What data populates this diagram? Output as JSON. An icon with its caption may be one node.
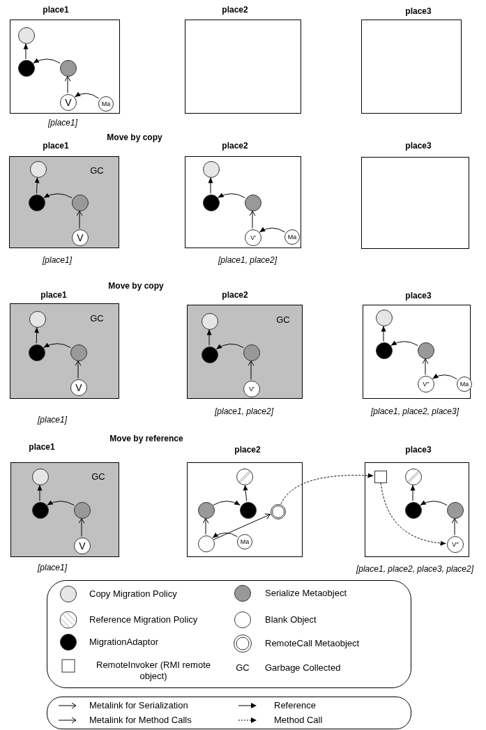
{
  "diagram": {
    "nodes": [
      {
        "text": [
          "place1"
        ],
        "beside": [
          "[place1]"
        ]
      },
      {
        "text": [],
        "shape": "circle",
        "in": 0
      },
      {
        "text": [],
        "shape": "circle",
        "in": 0
      },
      {
        "text": [],
        "shape": "circle",
        "in": 0
      },
      {
        "text": [
          "V"
        ],
        "in": 0
      },
      {
        "text": [
          "Ma"
        ],
        "in": 0
      },
      {
        "text": [
          "place2"
        ]
      },
      {
        "text": [
          "place3"
        ]
      },
      {
        "text": [
          "place1",
          "GC"
        ],
        "beside": [
          "[place1]"
        ]
      },
      {
        "text": [],
        "shape": "circle",
        "in": 8
      },
      {
        "text": [],
        "shape": "circle",
        "in": 8
      },
      {
        "text": [],
        "shape": "circle",
        "in": 8
      },
      {
        "text": [
          "V"
        ],
        "in": 8
      },
      {
        "text": [
          "place2"
        ],
        "beside": [
          "[place1, place2]"
        ]
      },
      {
        "text": [],
        "shape": "circle",
        "in": 13
      },
      {
        "text": [],
        "shape": "circle",
        "in": 13
      },
      {
        "text": [],
        "shape": "circle",
        "in": 13
      },
      {
        "text": [
          "V'"
        ],
        "in": 13
      },
      {
        "text": [
          "Ma"
        ],
        "in": 13
      },
      {
        "text": [
          "place3"
        ]
      },
      {
        "text": [
          "place1",
          "GC"
        ],
        "beside": [
          "[place1]"
        ]
      },
      {
        "text": [],
        "shape": "circle",
        "in": 20
      },
      {
        "text": [],
        "shape": "circle",
        "in": 20
      },
      {
        "text": [],
        "shape": "circle",
        "in": 20
      },
      {
        "text": [
          "V"
        ],
        "in": 20
      },
      {
        "text": [
          "place2",
          "GC"
        ],
        "beside": [
          "[place1, place2]"
        ]
      },
      {
        "text": [],
        "shape": "circle",
        "in": 25
      },
      {
        "text": [],
        "shape": "circle",
        "in": 25
      },
      {
        "text": [],
        "shape": "circle",
        "in": 25
      },
      {
        "text": [
          "V'"
        ],
        "in": 25
      },
      {
        "text": [
          "place3"
        ],
        "beside": [
          "[place1, place2, place3]"
        ]
      },
      {
        "text": [],
        "shape": "circle",
        "in": 30
      },
      {
        "text": [],
        "shape": "circle",
        "in": 30
      },
      {
        "text": [],
        "shape": "circle",
        "in": 30
      },
      {
        "text": [
          "V''"
        ],
        "in": 30
      },
      {
        "text": [
          "Ma"
        ],
        "in": 30
      },
      {
        "text": [
          "place1",
          "GC"
        ],
        "beside": [
          "[place1]"
        ]
      },
      {
        "text": [],
        "shape": "circle",
        "in": 36
      },
      {
        "text": [],
        "shape": "circle",
        "in": 36
      },
      {
        "text": [],
        "shape": "circle",
        "in": 36
      },
      {
        "text": [
          "V"
        ],
        "in": 36
      },
      {
        "text": [
          "place2"
        ]
      },
      {
        "text": [],
        "shape": "circle",
        "in": 41
      },
      {
        "text": [],
        "shape": "circle",
        "in": 41
      },
      {
        "text": [],
        "shape": "circle",
        "in": 41
      },
      {
        "text": [],
        "shape": "circle",
        "in": 41
      },
      {
        "text": [],
        "shape": "circle",
        "in": 41
      },
      {
        "text": [
          "Ma"
        ],
        "in": 41
      },
      {
        "text": [
          "place3"
        ],
        "beside": [
          "[place1, place2, place3, place2]"
        ]
      },
      {
        "text": [],
        "shape": "box",
        "in": 48
      },
      {
        "text": [],
        "shape": "circle",
        "in": 48
      },
      {
        "text": [],
        "shape": "circle",
        "in": 48
      },
      {
        "text": [],
        "shape": "circle",
        "in": 48
      },
      {
        "text": [
          "V''"
        ],
        "in": 48
      }
    ],
    "edges": [
      {
        "from": 2,
        "to": 1,
        "arrow": "to"
      },
      {
        "from": 3,
        "to": 2,
        "arrow": "to"
      },
      {
        "from": 4,
        "to": 3,
        "arrow": "to"
      },
      {
        "from": 5,
        "to": 4,
        "arrow": "to"
      },
      {
        "from": 10,
        "to": 9,
        "arrow": "to"
      },
      {
        "from": 11,
        "to": 10,
        "arrow": "to"
      },
      {
        "from": 12,
        "to": 11,
        "arrow": "to"
      },
      {
        "from": 15,
        "to": 14,
        "arrow": "to"
      },
      {
        "from": 16,
        "to": 15,
        "arrow": "to"
      },
      {
        "from": 17,
        "to": 16,
        "arrow": "to"
      },
      {
        "from": 18,
        "to": 17,
        "arrow": "to"
      },
      {
        "from": 22,
        "to": 21,
        "arrow": "to"
      },
      {
        "from": 23,
        "to": 22,
        "arrow": "to"
      },
      {
        "from": 24,
        "to": 23,
        "arrow": "to"
      },
      {
        "from": 27,
        "to": 26,
        "arrow": "to"
      },
      {
        "from": 28,
        "to": 27,
        "arrow": "to"
      },
      {
        "from": 29,
        "to": 28,
        "arrow": "to"
      },
      {
        "from": 32,
        "to": 31,
        "arrow": "to"
      },
      {
        "from": 33,
        "to": 32,
        "arrow": "to"
      },
      {
        "from": 34,
        "to": 33,
        "arrow": "to"
      },
      {
        "from": 35,
        "to": 34,
        "arrow": "to"
      },
      {
        "from": 38,
        "to": 37,
        "arrow": "to"
      },
      {
        "from": 39,
        "to": 38,
        "arrow": "to"
      },
      {
        "from": 40,
        "to": 39,
        "arrow": "to"
      },
      {
        "from": 44,
        "to": 42,
        "arrow": "to"
      },
      {
        "from": 43,
        "to": 44,
        "arrow": "to"
      },
      {
        "from": 46,
        "to": 43,
        "arrow": "to"
      },
      {
        "from": 46,
        "to": 45,
        "arrow": "to"
      },
      {
        "from": 47,
        "to": 46,
        "arrow": "to"
      },
      {
        "from": 45,
        "to": 49,
        "arrow": "to",
        "style": "dashed"
      },
      {
        "from": 49,
        "to": 53,
        "arrow": "to",
        "style": "dashed"
      },
      {
        "from": 51,
        "to": 50,
        "arrow": "to"
      },
      {
        "from": 52,
        "to": 51,
        "arrow": "to"
      },
      {
        "from": 53,
        "to": 52,
        "arrow": "to"
      }
    ],
    "labels": [
      "Move by copy",
      "Move by copy",
      "Move by reference",
      "GC"
    ],
    "legend": [
      {
        "text": "Copy Migration Policy",
        "color": "#e6e6e6"
      },
      {
        "text": "Serialize Metaobject",
        "color": "#999999"
      },
      {
        "text": "Reference Migration Policy"
      },
      {
        "text": "Blank Object",
        "color": "#ffffff"
      },
      {
        "text": "MigrationAdaptor",
        "color": "#000000"
      },
      {
        "text": "RemoteCall Metaobject"
      },
      {
        "text": "RemoteInvoker (RMI remote object)"
      },
      {
        "text": "Garbage Collected"
      },
      {
        "text": "Metalink for Serialization"
      },
      {
        "text": "Reference"
      },
      {
        "text": "Metalink for Method Calls"
      },
      {
        "text": "Method Call"
      }
    ]
  }
}
